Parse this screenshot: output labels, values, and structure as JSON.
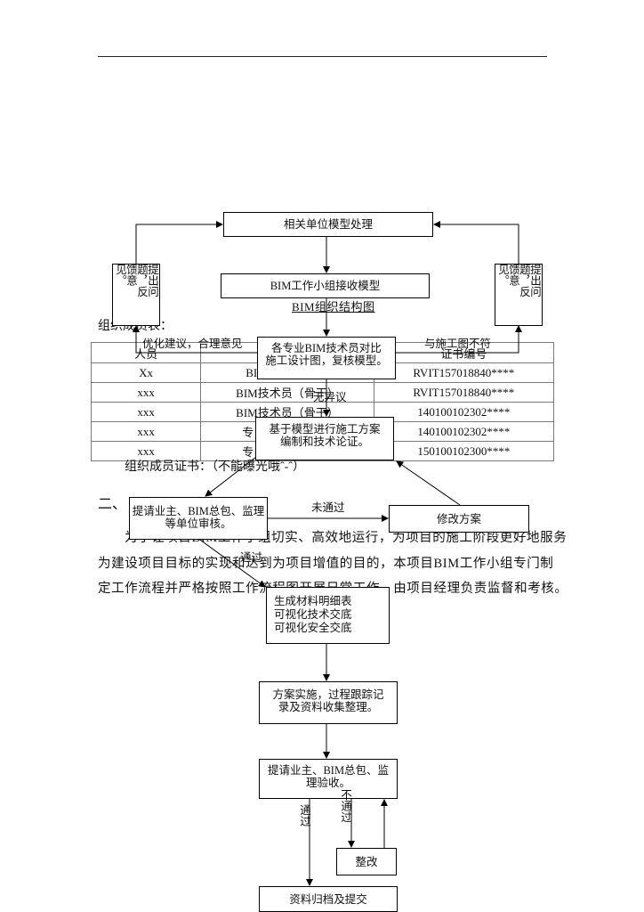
{
  "document": {
    "members_table_caption": "组织成员表：",
    "org_chart_title": "BIM组织结构图",
    "members_table": {
      "headers": [
        "人员",
        "",
        "证书编号"
      ],
      "rows": [
        [
          "Xx",
          "BI",
          "RVIT157018840****"
        ],
        [
          "xxx",
          "BIM技术员（骨干）",
          "RVIT157018840****"
        ],
        [
          "xxx",
          "BIM技术员（骨干）",
          "140100102302****"
        ],
        [
          "xxx",
          "专",
          "140100102302****"
        ],
        [
          "xxx",
          "专",
          "150100102300****"
        ]
      ]
    },
    "certificates_note": "组织成员证书：（不能曝光哦ˆ-ˆ）",
    "section_heading": "二、",
    "paragraph_lines": [
      "为了让项目BIM工作小组切实、高效地运行，为项目的施工阶段更好地服务",
      "为建设项目目标的实现和达到为项目增值的目的，本项目BIM工作小组专门制",
      "定工作流程并严格按照工作流程图开展日常工作，由项目经理负责监督和考核。"
    ]
  },
  "flowchart": {
    "nodes": {
      "model_processing": "相关单位模型处理",
      "team_receive_model": "BIM工作小组接收模型",
      "feedback_left": "提出问题，反馈意见。",
      "feedback_right": "提出问题，反馈意见。",
      "compare_drawings": [
        "各专业BIM技术员对比",
        "施工设计图，复核模型。"
      ],
      "plan_compilation": [
        "基于模型进行施工方案",
        "编制和技术论证。"
      ],
      "submit_review": [
        "提请业主、BIM总包、监理",
        "等单位审核。"
      ],
      "revise_plan": "修改方案",
      "generate_outputs": [
        "生成材料明细表",
        "可视化技术交底",
        "可视化安全交底"
      ],
      "implementation": [
        "方案实施，过程跟踪记",
        "录及资料收集整理。"
      ],
      "submit_acceptance": [
        "提请业主、BIM总包、监",
        "理验收。"
      ],
      "rectify": "整改",
      "archive_submit": "资料归档及提交"
    },
    "edge_labels": {
      "optimization_suggestions": "优化建议，合理意见",
      "inconsistent_with_drawings": "与施工图不符",
      "no_objection": "无异议",
      "not_passed_review": "未通过",
      "passed_review": "通过",
      "passed_acceptance": "通过",
      "failed_acceptance": "不通过"
    }
  }
}
